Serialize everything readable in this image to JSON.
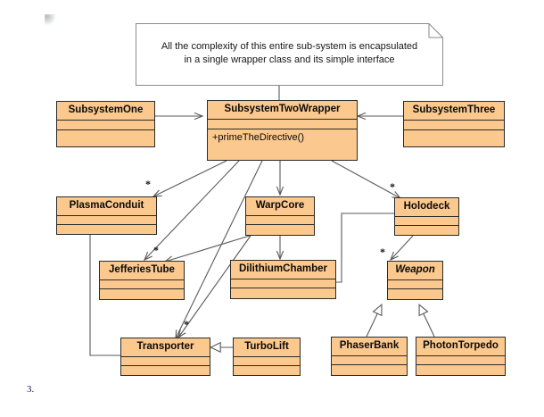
{
  "diagram": {
    "type": "uml-class-diagram",
    "caption": "3.",
    "note": {
      "lines": [
        "All the complexity of this entire sub-system is encapsulated",
        "in a single wrapper class and its simple interface"
      ]
    },
    "colors": {
      "class_fill": "#fbc88d",
      "class_border": "#2b2b2b",
      "line": "#5a5a5a",
      "note_fill": "#ffffff",
      "note_border": "#8a8a8a",
      "caption_color": "#1b1b5e"
    },
    "classes": [
      {
        "id": "subsystem_one",
        "name": "SubsystemOne",
        "abstract": false,
        "attributes": [],
        "operations": []
      },
      {
        "id": "subsystem_wrapper",
        "name": "SubsystemTwoWrapper",
        "abstract": false,
        "attributes": [],
        "operations": [
          "+primeTheDirective()"
        ]
      },
      {
        "id": "subsystem_three",
        "name": "SubsystemThree",
        "abstract": false,
        "attributes": [],
        "operations": []
      },
      {
        "id": "plasma_conduit",
        "name": "PlasmaConduit",
        "abstract": false,
        "attributes": [],
        "operations": []
      },
      {
        "id": "warp_core",
        "name": "WarpCore",
        "abstract": false,
        "attributes": [],
        "operations": []
      },
      {
        "id": "holodeck",
        "name": "Holodeck",
        "abstract": false,
        "attributes": [],
        "operations": []
      },
      {
        "id": "jefferies_tube",
        "name": "JefferiesTube",
        "abstract": false,
        "attributes": [],
        "operations": []
      },
      {
        "id": "dilithium_chamber",
        "name": "DilithiumChamber",
        "abstract": false,
        "attributes": [],
        "operations": []
      },
      {
        "id": "weapon",
        "name": "Weapon",
        "abstract": true,
        "attributes": [],
        "operations": []
      },
      {
        "id": "transporter",
        "name": "Transporter",
        "abstract": false,
        "attributes": [],
        "operations": []
      },
      {
        "id": "turbolift",
        "name": "TurboLift",
        "abstract": false,
        "attributes": [],
        "operations": []
      },
      {
        "id": "phaser_bank",
        "name": "PhaserBank",
        "abstract": false,
        "attributes": [],
        "operations": []
      },
      {
        "id": "photon_torpedo",
        "name": "PhotonTorpedo",
        "abstract": false,
        "attributes": [],
        "operations": []
      }
    ],
    "multiplicities": [
      {
        "id": "m_plasma",
        "label": "*"
      },
      {
        "id": "m_holodeck",
        "label": "*"
      },
      {
        "id": "m_jefferies",
        "label": "*"
      },
      {
        "id": "m_weapon",
        "label": "*"
      },
      {
        "id": "m_transporter",
        "label": "*"
      }
    ],
    "relationships": [
      {
        "from": "subsystem_one",
        "to": "subsystem_wrapper",
        "kind": "association"
      },
      {
        "from": "subsystem_three",
        "to": "subsystem_wrapper",
        "kind": "association"
      },
      {
        "from": "subsystem_wrapper",
        "to": "plasma_conduit",
        "kind": "association",
        "target_multiplicity": "*"
      },
      {
        "from": "subsystem_wrapper",
        "to": "warp_core",
        "kind": "association"
      },
      {
        "from": "subsystem_wrapper",
        "to": "holodeck",
        "kind": "association",
        "target_multiplicity": "*"
      },
      {
        "from": "subsystem_wrapper",
        "to": "jefferies_tube",
        "kind": "association",
        "target_multiplicity": "*"
      },
      {
        "from": "subsystem_wrapper",
        "to": "transporter",
        "kind": "association",
        "target_multiplicity": "*"
      },
      {
        "from": "warp_core",
        "to": "jefferies_tube",
        "kind": "association"
      },
      {
        "from": "warp_core",
        "to": "dilithium_chamber",
        "kind": "association"
      },
      {
        "from": "warp_core",
        "to": "transporter",
        "kind": "association"
      },
      {
        "from": "holodeck",
        "to": "weapon",
        "kind": "association",
        "target_multiplicity": "*"
      },
      {
        "from": "holodeck",
        "to": "dilithium_chamber",
        "kind": "association"
      },
      {
        "from": "plasma_conduit",
        "to": "transporter",
        "kind": "association"
      },
      {
        "from": "turbolift",
        "to": "transporter",
        "kind": "generalization"
      },
      {
        "from": "phaser_bank",
        "to": "weapon",
        "kind": "generalization"
      },
      {
        "from": "photon_torpedo",
        "to": "weapon",
        "kind": "generalization"
      },
      {
        "from": "note",
        "to": "subsystem_wrapper",
        "kind": "note-anchor"
      }
    ]
  }
}
